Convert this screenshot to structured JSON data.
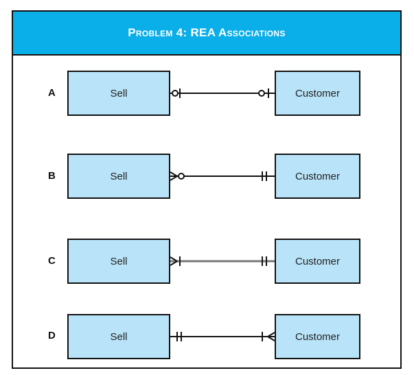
{
  "title": "Problem 4: REA Associations",
  "rows": [
    {
      "label": "A",
      "left_entity": "Sell",
      "right_entity": "Customer"
    },
    {
      "label": "B",
      "left_entity": "Sell",
      "right_entity": "Customer"
    },
    {
      "label": "C",
      "left_entity": "Sell",
      "right_entity": "Customer"
    },
    {
      "label": "D",
      "left_entity": "Sell",
      "right_entity": "Customer"
    }
  ]
}
